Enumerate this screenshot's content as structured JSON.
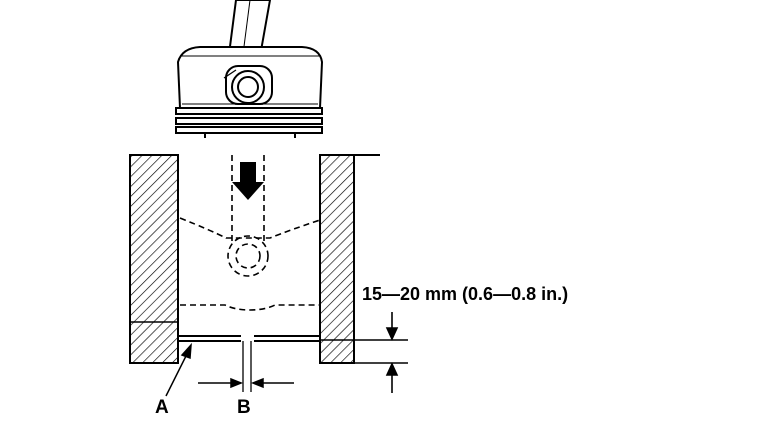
{
  "labels": {
    "dimension": "15—20 mm (0.6—0.8 in.)",
    "a": "A",
    "b": "B"
  },
  "colors": {
    "ink": "#000000",
    "background": "#ffffff"
  }
}
